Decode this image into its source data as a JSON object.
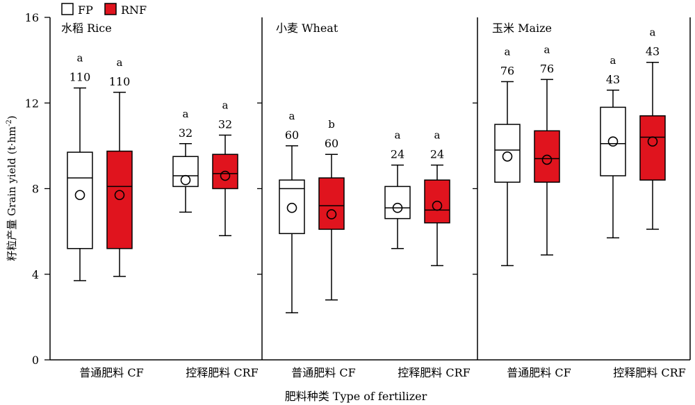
{
  "chart_data": {
    "type": "box",
    "y_axis": {
      "label_zh": "籽粒产量",
      "label_en": "Grain yield (t·hm",
      "label_sup": "-2",
      "label_end": ")",
      "ylim": [
        0,
        16
      ],
      "ticks": [
        0,
        4,
        8,
        12,
        16
      ]
    },
    "x_axis_label": "肥料种类 Type of fertilizer",
    "legend": {
      "position": "top-left",
      "items": [
        {
          "name": "FP",
          "color": "#ffffff"
        },
        {
          "name": "RNF",
          "color": "#e0141e"
        }
      ]
    },
    "groups": [
      "普通肥料 CF",
      "控释肥料 CRF"
    ],
    "panels": [
      {
        "title": "水稻 Rice",
        "boxes": [
          {
            "group": "普通肥料 CF",
            "series": "FP",
            "min": 3.7,
            "q1": 5.2,
            "median": 8.5,
            "q3": 9.7,
            "max": 12.7,
            "mean": 7.7,
            "n": "110",
            "letter": "a"
          },
          {
            "group": "普通肥料 CF",
            "series": "RNF",
            "min": 3.9,
            "q1": 5.2,
            "median": 8.1,
            "q3": 9.75,
            "max": 12.5,
            "mean": 7.7,
            "n": "110",
            "letter": "a"
          },
          {
            "group": "控释肥料 CRF",
            "series": "FP",
            "min": 6.9,
            "q1": 8.1,
            "median": 8.6,
            "q3": 9.5,
            "max": 10.1,
            "mean": 8.4,
            "n": "32",
            "letter": "a"
          },
          {
            "group": "控释肥料 CRF",
            "series": "RNF",
            "min": 5.8,
            "q1": 8.0,
            "median": 8.7,
            "q3": 9.6,
            "max": 10.5,
            "mean": 8.6,
            "n": "32",
            "letter": "a"
          }
        ]
      },
      {
        "title": "小麦 Wheat",
        "boxes": [
          {
            "group": "普通肥料 CF",
            "series": "FP",
            "min": 2.2,
            "q1": 5.9,
            "median": 8.0,
            "q3": 8.4,
            "max": 10.0,
            "mean": 7.1,
            "n": "60",
            "letter": "a"
          },
          {
            "group": "普通肥料 CF",
            "series": "RNF",
            "min": 2.8,
            "q1": 6.1,
            "median": 7.2,
            "q3": 8.5,
            "max": 9.6,
            "mean": 6.8,
            "n": "60",
            "letter": "b"
          },
          {
            "group": "控释肥料 CRF",
            "series": "FP",
            "min": 5.2,
            "q1": 6.6,
            "median": 7.1,
            "q3": 8.1,
            "max": 9.1,
            "mean": 7.1,
            "n": "24",
            "letter": "a"
          },
          {
            "group": "控释肥料 CRF",
            "series": "RNF",
            "min": 4.4,
            "q1": 6.4,
            "median": 7.0,
            "q3": 8.4,
            "max": 9.1,
            "mean": 7.2,
            "n": "24",
            "letter": "a"
          }
        ]
      },
      {
        "title": "玉米 Maize",
        "boxes": [
          {
            "group": "普通肥料 CF",
            "series": "FP",
            "min": 4.4,
            "q1": 8.3,
            "median": 9.8,
            "q3": 11.0,
            "max": 13.0,
            "mean": 9.5,
            "n": "76",
            "letter": "a"
          },
          {
            "group": "普通肥料 CF",
            "series": "RNF",
            "min": 4.9,
            "q1": 8.3,
            "median": 9.4,
            "q3": 10.7,
            "max": 13.1,
            "mean": 9.35,
            "n": "76",
            "letter": "a"
          },
          {
            "group": "控释肥料 CRF",
            "series": "FP",
            "min": 5.7,
            "q1": 8.6,
            "median": 10.1,
            "q3": 11.8,
            "max": 12.6,
            "mean": 10.2,
            "n": "43",
            "letter": "a"
          },
          {
            "group": "控释肥料 CRF",
            "series": "RNF",
            "min": 6.1,
            "q1": 8.4,
            "median": 10.4,
            "q3": 11.4,
            "max": 13.9,
            "mean": 10.2,
            "n": "43",
            "letter": "a"
          }
        ]
      }
    ]
  }
}
